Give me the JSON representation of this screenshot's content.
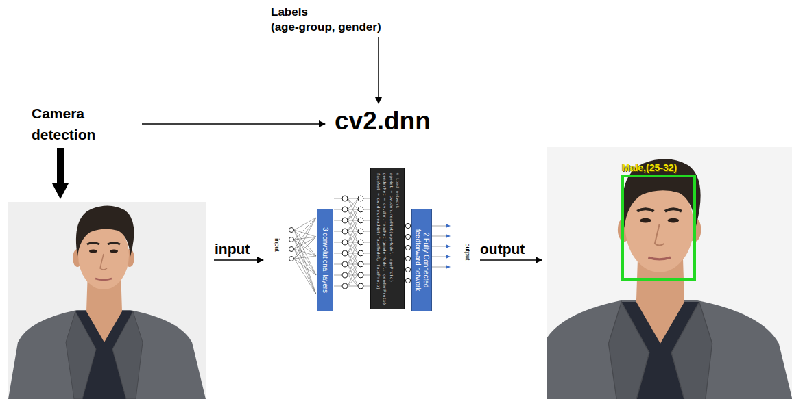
{
  "diagram": {
    "nodes": [
      {
        "text": [
          "3 convolutional layers"
        ]
      },
      {
        "text": [
          "# Load network",
          "ageNet = cv.dnn.readNet(ageModel, ageProto)",
          "genderNet = cv.dnn.readNet(genderModel, genderProto)",
          "faceNet = cv.dnn.readNet(faceModel, faceProto)"
        ]
      },
      {
        "text": [
          "2 Fully Connected feedforward network"
        ]
      },
      {
        "text": [
          "Male,(25-32)"
        ]
      }
    ],
    "labels": [
      "Labels",
      "(age-group, gender)",
      "Camera detection",
      "cv2.dnn",
      "input",
      "input",
      "output",
      "output"
    ]
  }
}
